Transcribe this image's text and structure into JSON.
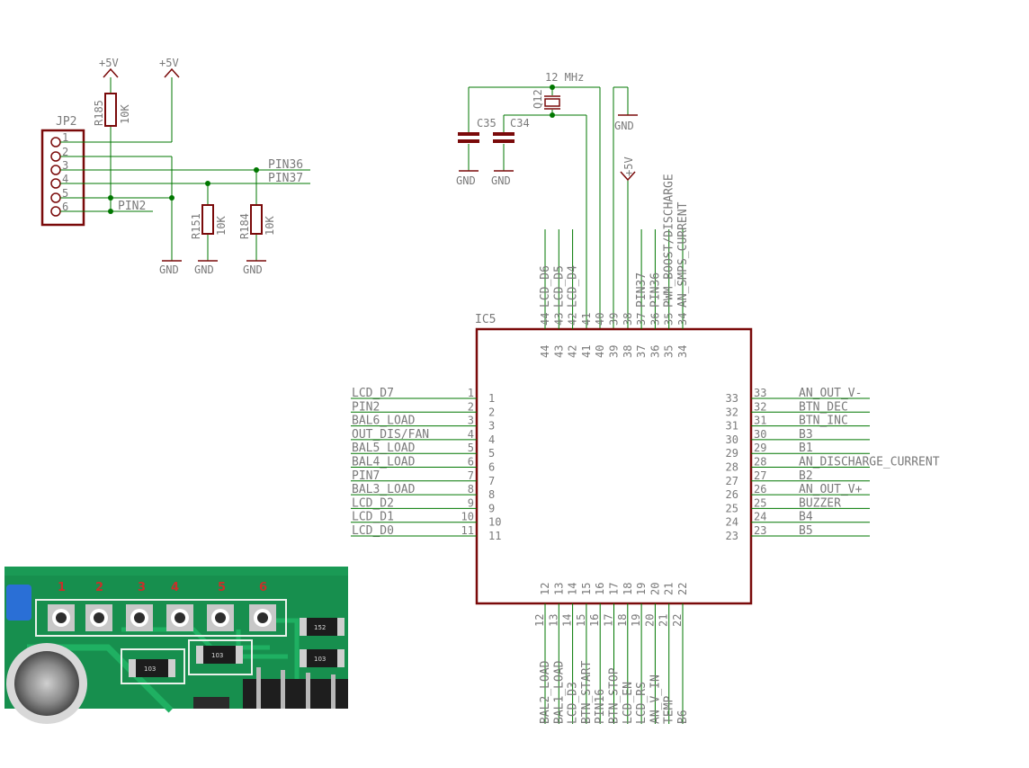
{
  "connector": {
    "name": "JP2",
    "pins": [
      "1",
      "2",
      "3",
      "4",
      "5",
      "6"
    ]
  },
  "resistors": [
    {
      "name": "R185",
      "value": "10K"
    },
    {
      "name": "R151",
      "value": "10K"
    },
    {
      "name": "R184",
      "value": "10K"
    }
  ],
  "supply": {
    "plus5v": "+5V",
    "gnd": "GND"
  },
  "net_labels": {
    "pin36": "PIN36",
    "pin37": "PIN37",
    "pin2": "PIN2"
  },
  "crystal": {
    "name": "Q12",
    "freq": "12 MHz"
  },
  "capacitors": [
    "C35",
    "C34"
  ],
  "ic": {
    "name": "IC5",
    "left_pins": [
      {
        "num": "1",
        "net": "LCD_D7"
      },
      {
        "num": "2",
        "net": "PIN2"
      },
      {
        "num": "3",
        "net": "BAL6_LOAD"
      },
      {
        "num": "4",
        "net": "OUT_DIS/FAN"
      },
      {
        "num": "5",
        "net": "BAL5_LOAD"
      },
      {
        "num": "6",
        "net": "BAL4_LOAD"
      },
      {
        "num": "7",
        "net": "PIN7"
      },
      {
        "num": "8",
        "net": "BAL3_LOAD"
      },
      {
        "num": "9",
        "net": "LCD_D2"
      },
      {
        "num": "10",
        "net": "LCD_D1"
      },
      {
        "num": "11",
        "net": "LCD_D0"
      }
    ],
    "right_pins": [
      {
        "num": "33",
        "net": "AN_OUT_V-"
      },
      {
        "num": "32",
        "net": "BTN_DEC"
      },
      {
        "num": "31",
        "net": "BTN_INC"
      },
      {
        "num": "30",
        "net": "B3"
      },
      {
        "num": "29",
        "net": "B1"
      },
      {
        "num": "28",
        "net": "AN_DISCHARGE_CURRENT"
      },
      {
        "num": "27",
        "net": "B2"
      },
      {
        "num": "26",
        "net": "AN_OUT_V+"
      },
      {
        "num": "25",
        "net": "BUZZER"
      },
      {
        "num": "24",
        "net": "B4"
      },
      {
        "num": "23",
        "net": "B5"
      }
    ],
    "top_pins": [
      {
        "num": "44",
        "net": "LCD_D6"
      },
      {
        "num": "43",
        "net": "LCD_D5"
      },
      {
        "num": "42",
        "net": "LCD_D4"
      },
      {
        "num": "41",
        "net": ""
      },
      {
        "num": "40",
        "net": ""
      },
      {
        "num": "39",
        "net": ""
      },
      {
        "num": "38",
        "net": ""
      },
      {
        "num": "37",
        "net": "PIN37"
      },
      {
        "num": "36",
        "net": "PIN36"
      },
      {
        "num": "35",
        "net": "PWM_BOOST/DISCHARGE"
      },
      {
        "num": "34",
        "net": "AN_SMPS_CURRENT"
      }
    ],
    "bottom_pins": [
      {
        "num": "12",
        "net": "BAL2_LOAD"
      },
      {
        "num": "13",
        "net": "BAL1_LOAD"
      },
      {
        "num": "14",
        "net": "LCD_D3"
      },
      {
        "num": "15",
        "net": "BTN_START"
      },
      {
        "num": "16",
        "net": "PIN16"
      },
      {
        "num": "17",
        "net": "BTN_STOP"
      },
      {
        "num": "18",
        "net": "LCD_EN"
      },
      {
        "num": "19",
        "net": "LCD_RS"
      },
      {
        "num": "20",
        "net": "AN_V_IN"
      },
      {
        "num": "21",
        "net": "TEMP"
      },
      {
        "num": "22",
        "net": "B6"
      }
    ]
  },
  "photo": {
    "pin_numbers": [
      "1",
      "2",
      "3",
      "4",
      "5",
      "6"
    ],
    "smd_codes": [
      "103",
      "103",
      "152",
      "103"
    ]
  },
  "colors": {
    "wire": "#007700",
    "part": "#7a0a0a",
    "text": "#7a7a7a",
    "junction": "#007700"
  }
}
